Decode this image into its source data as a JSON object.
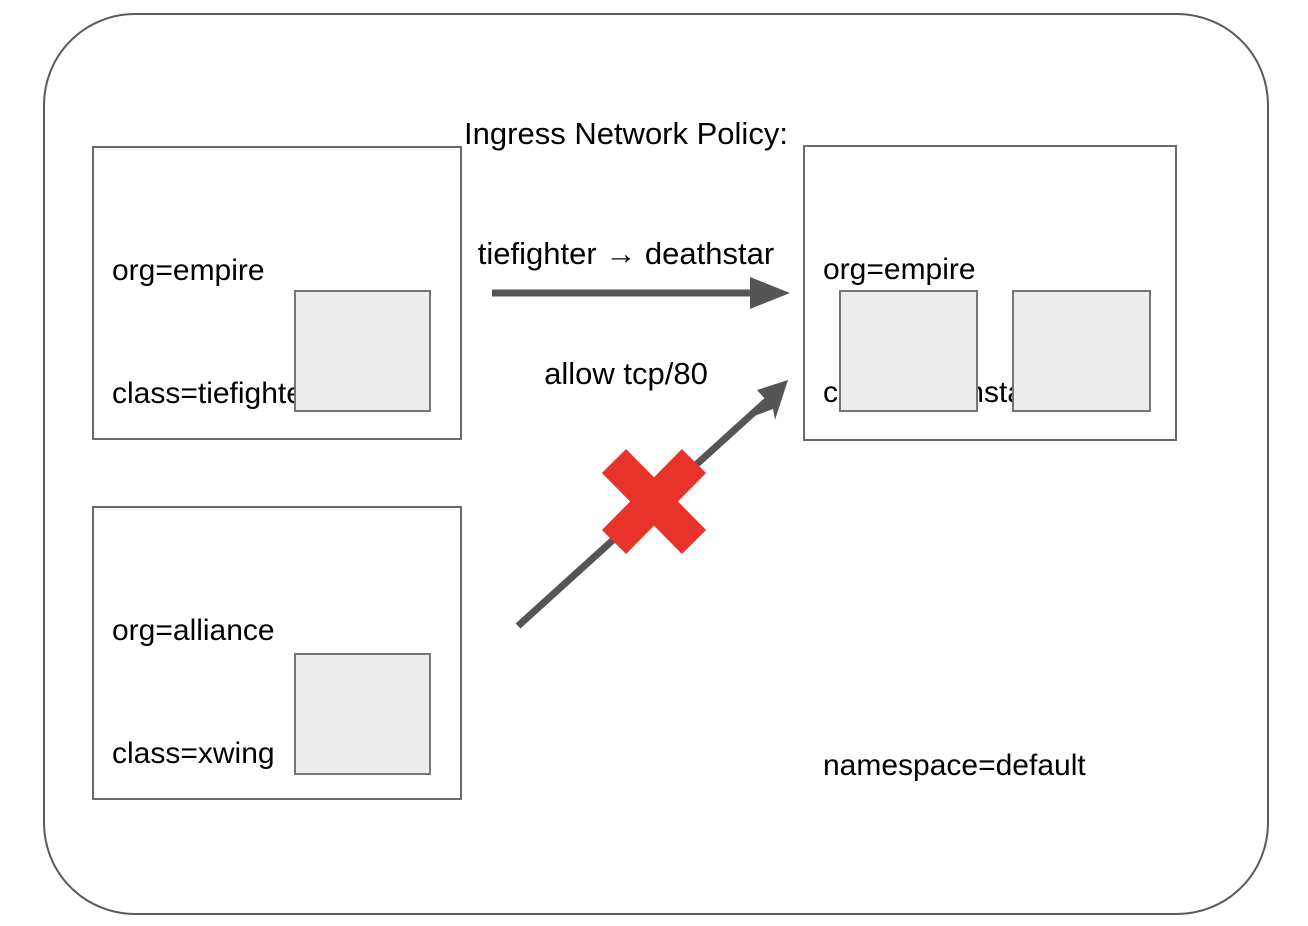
{
  "diagram": {
    "title_lines": [
      "Ingress Network Policy:",
      "tiefighter → deathstar",
      "allow tcp/80"
    ],
    "namespace_label": "namespace=default",
    "colors": {
      "container_border": "#5a5a5a",
      "box_border": "#6a6a6a",
      "pod_fill": "#ededed",
      "pod_border": "#757575",
      "arrow": "#555555",
      "deny_mark": "#e8332a",
      "text": "#000000",
      "background": "#ffffff"
    },
    "boxes": [
      {
        "id": "tiefighter",
        "labels": [
          "org=empire",
          "class=tiefighter"
        ],
        "pod_count": 1
      },
      {
        "id": "xwing",
        "labels": [
          "org=alliance",
          "class=xwing"
        ],
        "pod_count": 1
      },
      {
        "id": "deathstar",
        "labels": [
          "org=empire",
          "class=deathstar"
        ],
        "pod_count": 2
      }
    ],
    "connections": [
      {
        "id": "allowed-tiefighter-to-deathstar",
        "from": "tiefighter",
        "to": "deathstar",
        "state": "allowed",
        "marker": "arrow"
      },
      {
        "id": "denied-xwing-to-deathstar",
        "from": "xwing",
        "to": "deathstar",
        "state": "denied",
        "marker": "red-x"
      }
    ]
  }
}
